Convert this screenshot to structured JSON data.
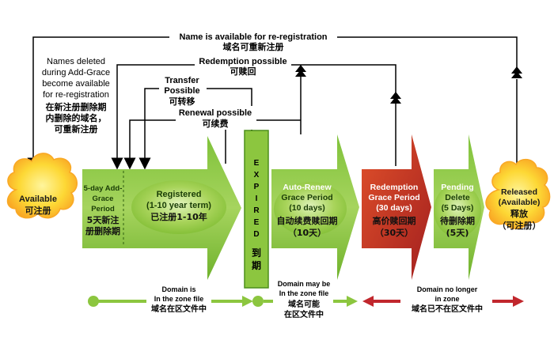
{
  "loops": {
    "reregistration": {
      "en": "Name is available for re-registration",
      "cn": "域名可重新注册"
    },
    "redemption": {
      "en": "Redemption possible",
      "cn": "可赎回"
    },
    "transfer": {
      "en1": "Transfer",
      "en2": "Possible",
      "cn": "可转移"
    },
    "renewal": {
      "en": "Renewal possible",
      "cn": "可续费"
    }
  },
  "deleted_note": {
    "lines": [
      "Names deleted",
      "during Add-Grace",
      "become available",
      "for re-registration"
    ],
    "cn": [
      "在新注册删除期",
      "内删除的域名，",
      "可重新注册"
    ]
  },
  "stages": {
    "available": {
      "en": "Available",
      "cn": "可注册"
    },
    "add_grace": {
      "en": [
        "5-day Add-",
        "Grace",
        "Period"
      ],
      "cn": [
        "5天新注",
        "册删除期"
      ]
    },
    "registered": {
      "en": [
        "Registered",
        "(1-10 year term)"
      ],
      "cn": "已注册1-10年"
    },
    "expired": {
      "en": [
        "E",
        "X",
        "P",
        "I",
        "R",
        "E",
        "D"
      ],
      "cn": [
        "到",
        "期"
      ]
    },
    "auto_renew": {
      "en": [
        "Auto-Renew",
        "Grace Period",
        "(10 days)"
      ],
      "cn": [
        "自动续费赎回期",
        "（10天）"
      ]
    },
    "redemption": {
      "en": [
        "Redemption",
        "Grace Period",
        "(30 days)"
      ],
      "cn": [
        "高价赎回期",
        "（30天）"
      ]
    },
    "pending_delete": {
      "en": [
        "Pending",
        "Delete",
        "(5 Days)"
      ],
      "cn": [
        "待删除期",
        "(5天)"
      ]
    },
    "released": {
      "en": [
        "Released",
        "(Available)"
      ],
      "cn": [
        "释放",
        "（可注册）"
      ]
    }
  },
  "zone": {
    "in_zone": {
      "en": [
        "Domain is",
        "In the zone file"
      ],
      "cn": "域名在区文件中"
    },
    "maybe_zone": {
      "en": [
        "Domain may be",
        "In the zone file"
      ],
      "cn": [
        "域名可能",
        "在区文件中"
      ]
    },
    "not_zone": {
      "en": [
        "Domain no longer",
        "in zone"
      ],
      "cn": "域名已不在区文件中"
    }
  },
  "colors": {
    "green": "#8cc63f",
    "dark_green": "#4d8f1c",
    "red": "#c1272d",
    "yellow": "#fbc02d",
    "line": "#000000"
  }
}
